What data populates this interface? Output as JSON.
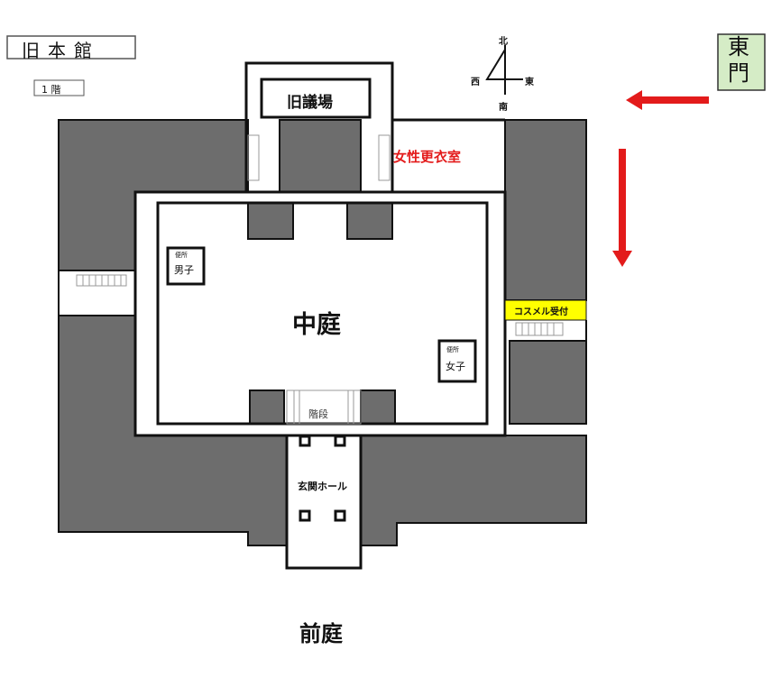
{
  "header": {
    "building_title": "旧本館",
    "floor_label": "1 階"
  },
  "compass": {
    "north": "北",
    "south": "南",
    "east": "東",
    "west": "西"
  },
  "gate": {
    "label": "東門"
  },
  "rooms": {
    "old_assembly_hall": "旧議場",
    "womens_changing_room": "女性更衣室",
    "courtyard": "中庭",
    "mens_toilet_top": "便所",
    "mens_toilet_bottom": "男子",
    "womens_toilet_top": "便所",
    "womens_toilet_bottom": "女子",
    "stairs": "階段",
    "entrance_hall": "玄関ホール",
    "reception": "コスメル受付",
    "front_garden": "前庭"
  },
  "colors": {
    "wall_fill": "#6d6d6d",
    "accent_red": "#e31b1b",
    "reception_yellow": "#ffff00",
    "gate_green": "#d5ecc6"
  }
}
